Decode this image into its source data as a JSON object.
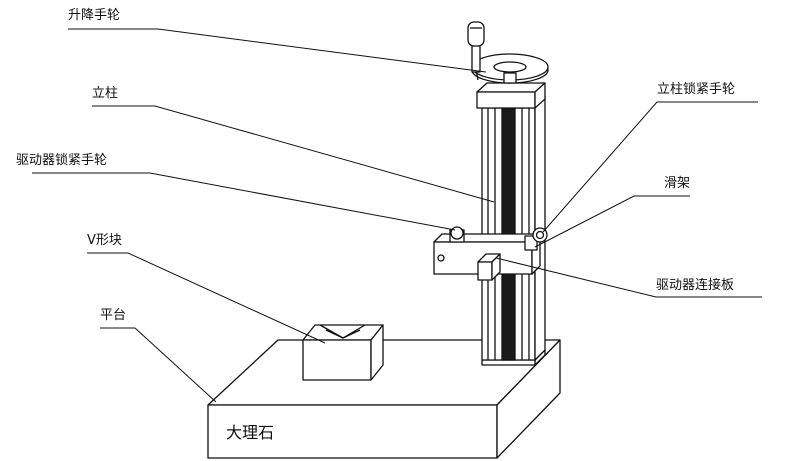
{
  "labels": {
    "lift_handwheel": "升降手轮",
    "column": "立柱",
    "driver_lock_handwheel": "驱动器锁紧手轮",
    "v_block": "V形块",
    "platform": "平台",
    "column_lock_handwheel": "立柱锁紧手轮",
    "carriage": "滑架",
    "driver_connection_plate": "驱动器连接板",
    "marble": "大理石"
  },
  "colors": {
    "line": "#111111",
    "column_inner": "#1a1a1a"
  }
}
